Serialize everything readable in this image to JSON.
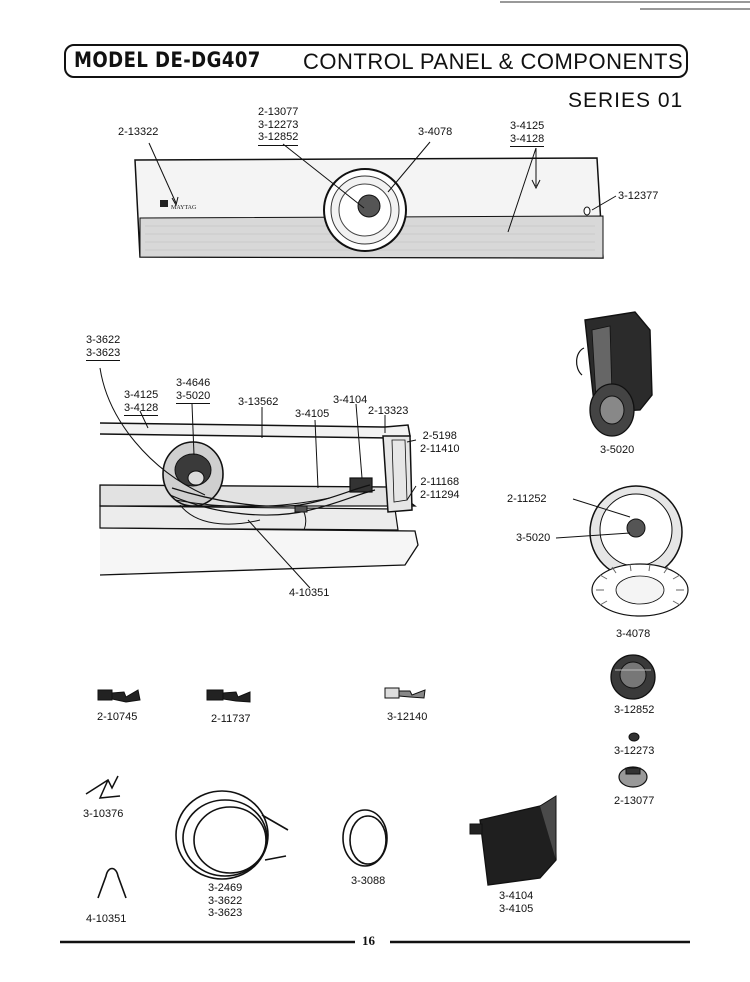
{
  "header": {
    "model": "MODEL DE-DG407",
    "title": "CONTROL PANEL & COMPONENTS",
    "series": "SERIES 01"
  },
  "brand_mark": "MAYTAG",
  "labels": {
    "l_2_13322": [
      "2-13322"
    ],
    "l_panel_stack": [
      "2-13077",
      "3-12273",
      "3-12852"
    ],
    "l_3_4078_top": [
      "3-4078"
    ],
    "l_3_4125_top": [
      "3-4125",
      "3-4128"
    ],
    "l_3_12377": [
      "3-12377"
    ],
    "l_3_3622": [
      "3-3622",
      "3-3623"
    ],
    "l_3_4125_mid": [
      "3-4125",
      "3-4128"
    ],
    "l_3_4646": [
      "3-4646",
      "3-5020"
    ],
    "l_3_13562": [
      "3-13562"
    ],
    "l_3_4105": [
      "3-4105"
    ],
    "l_3_4104": [
      "3-4104"
    ],
    "l_2_13323": [
      "2-13323"
    ],
    "l_2_5198": [
      "2-5198",
      "2-11410"
    ],
    "l_2_11168": [
      "2-11168",
      "2-11294"
    ],
    "l_4_10351_mid": [
      "4-10351"
    ],
    "l_3_5020_motor": [
      "3-5020"
    ],
    "l_2_11252": [
      "2-11252"
    ],
    "l_3_5020_dial": [
      "3-5020"
    ],
    "l_3_4078_dial": [
      "3-4078"
    ],
    "l_3_12852": [
      "3-12852"
    ],
    "l_3_12273": [
      "3-12273"
    ],
    "l_2_13077": [
      "2-13077"
    ],
    "l_2_10745": [
      "2-10745"
    ],
    "l_2_11737": [
      "2-11737"
    ],
    "l_3_12140": [
      "3-12140"
    ],
    "l_3_10376": [
      "3-10376"
    ],
    "l_3_2469": [
      "3-2469",
      "3-3622",
      "3-3623"
    ],
    "l_3_3088": [
      "3-3088"
    ],
    "l_3_4104_bottom": [
      "3-4104",
      "3-4105"
    ],
    "l_4_10351_bottom": [
      "4-10351"
    ]
  },
  "page_number": "16"
}
